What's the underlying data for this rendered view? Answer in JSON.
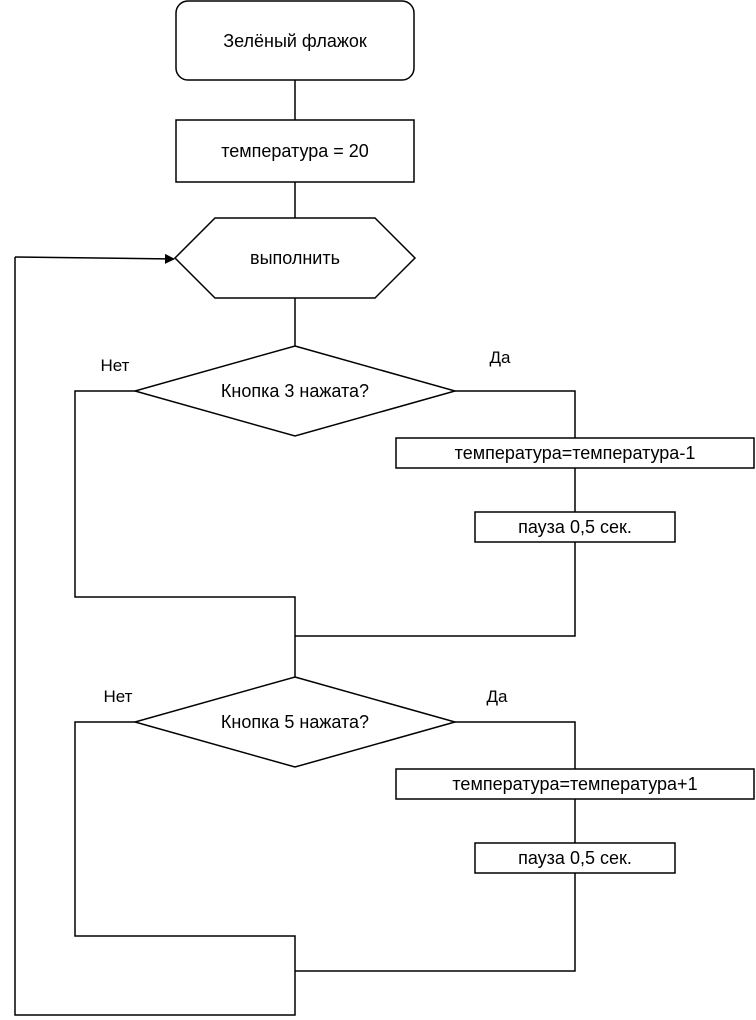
{
  "flowchart": {
    "start": "Зелёный флажок",
    "init": "температура = 20",
    "loop": "выполнить",
    "decision1": {
      "question": "Кнопка 3 нажата?",
      "no_label": "Нет",
      "yes_label": "Да",
      "action": "температура=температура-1",
      "pause": "пауза 0,5 сек."
    },
    "decision2": {
      "question": "Кнопка 5 нажата?",
      "no_label": "Нет",
      "yes_label": "Да",
      "action": "температура=температура+1",
      "pause": "пауза 0,5 сек."
    }
  }
}
